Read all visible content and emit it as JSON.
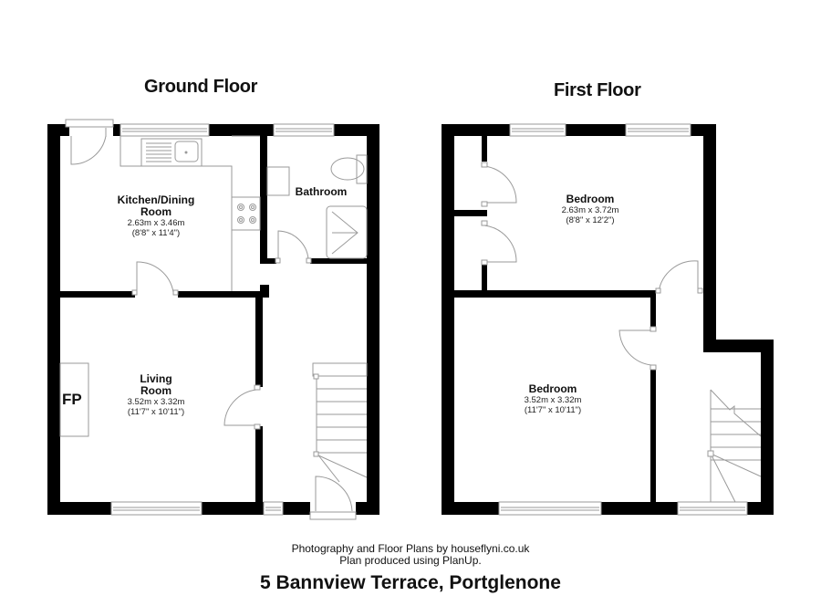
{
  "floors": {
    "ground": {
      "title": "Ground Floor",
      "rooms": [
        {
          "name": "Kitchen/Dining",
          "name2": "Room",
          "metric": "2.63m x 3.46m",
          "imperial": "(8'8\" x 11'4\")"
        },
        {
          "name": "Bathroom"
        },
        {
          "name": "Living",
          "name2": "Room",
          "metric": "3.52m x 3.32m",
          "imperial": "(11'7\" x 10'11\")"
        }
      ],
      "fireplace_label": "FP"
    },
    "first": {
      "title": "First Floor",
      "rooms": [
        {
          "name": "Bedroom",
          "metric": "2.63m x 3.72m",
          "imperial": "(8'8\" x 12'2\")"
        },
        {
          "name": "Bedroom",
          "metric": "3.52m x 3.32m",
          "imperial": "(11'7\" x 10'11\")"
        }
      ]
    }
  },
  "footer": {
    "credit_line_1": "Photography and Floor Plans by houseflyni.co.uk",
    "credit_line_2": "Plan produced using PlanUp.",
    "address": "5 Bannview Terrace, Portglenone"
  },
  "colors": {
    "wall": "#000000",
    "fixture_line": "#9a9a9a",
    "background": "#ffffff"
  }
}
